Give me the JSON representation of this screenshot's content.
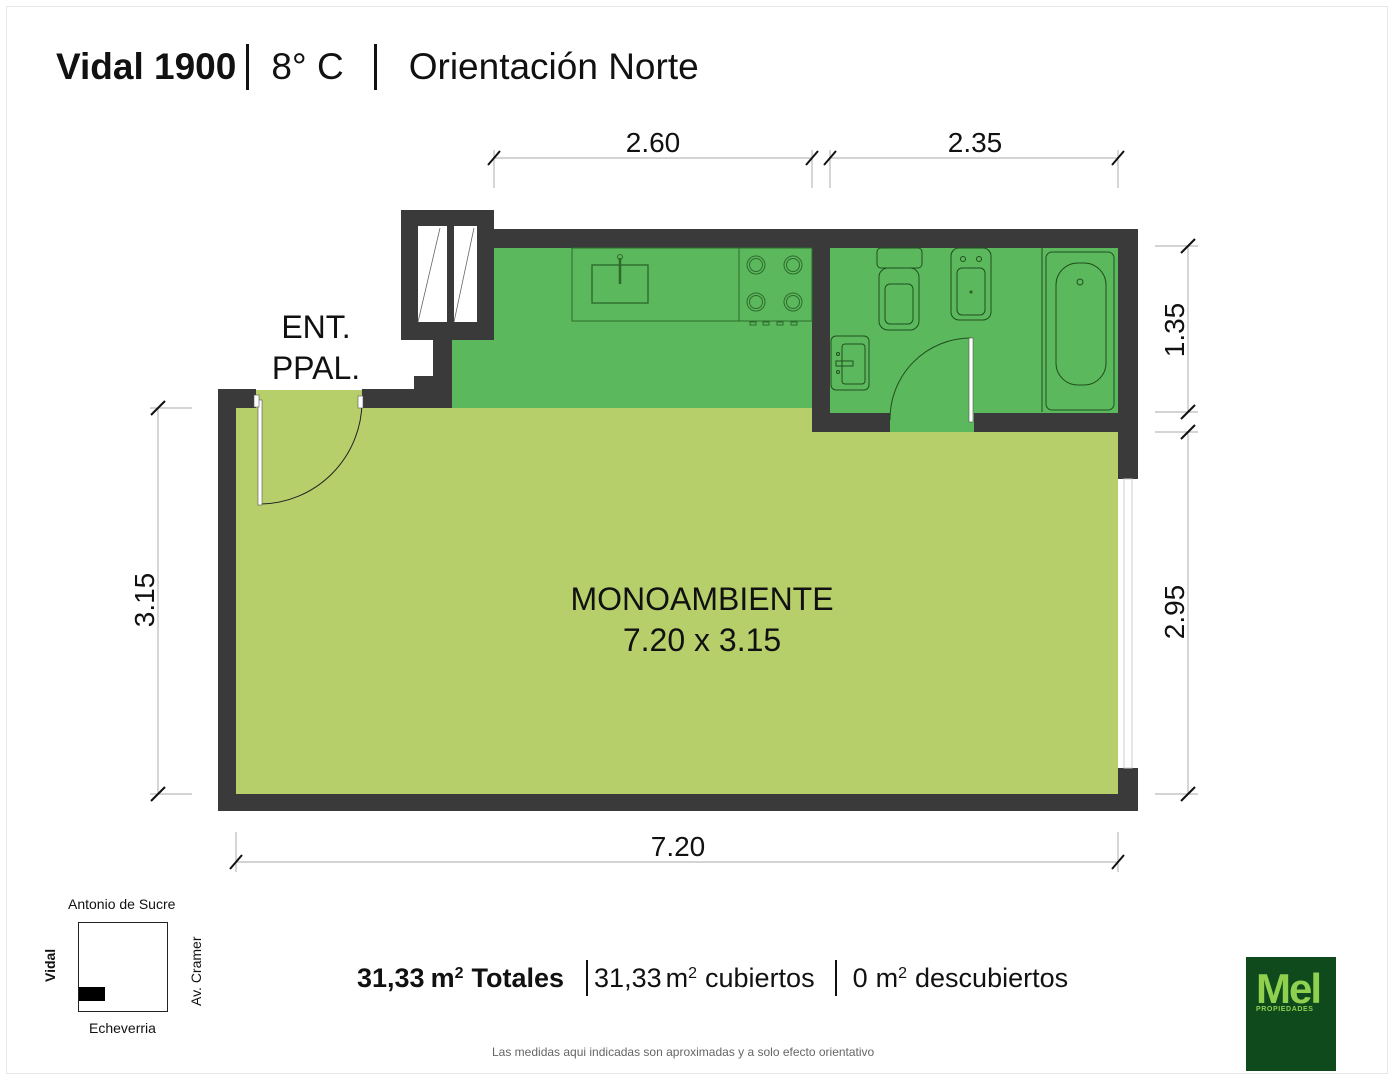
{
  "header": {
    "building": "Vidal 1900",
    "unit": "8° C",
    "orientation": "Orientación Norte"
  },
  "plan": {
    "entrance_line1": "ENT.",
    "entrance_line2": "PPAL.",
    "room_name": "MONOAMBIENTE",
    "room_size": "7.20 x 3.15",
    "dimensions": {
      "top_kitchen": "2.60",
      "top_bath": "2.35",
      "right_bath": "1.35",
      "right_room": "2.95",
      "left_room": "3.15",
      "bottom_total": "7.20"
    },
    "colors": {
      "wall": "#3a3a3a",
      "main_room": "#b6cf6b",
      "wet_areas": "#5cb85c"
    }
  },
  "location": {
    "north_street": "Antonio de Sucre",
    "south_street": "Echeverria",
    "west_street": "Vidal",
    "east_street": "Av. Cramer"
  },
  "area": {
    "total_value": "31,33",
    "total_unit": "m",
    "total_label": "Totales",
    "covered_value": "31,33",
    "covered_unit": "m",
    "covered_label": "cubiertos",
    "uncovered_value": "0",
    "uncovered_unit": "m",
    "uncovered_label": "descubiertos",
    "sup": "2"
  },
  "disclaimer": "Las medidas aqui indicadas son aproximadas y a solo efecto orientativo",
  "brand": {
    "name": "Mel",
    "tagline": "PROPIEDADES"
  }
}
